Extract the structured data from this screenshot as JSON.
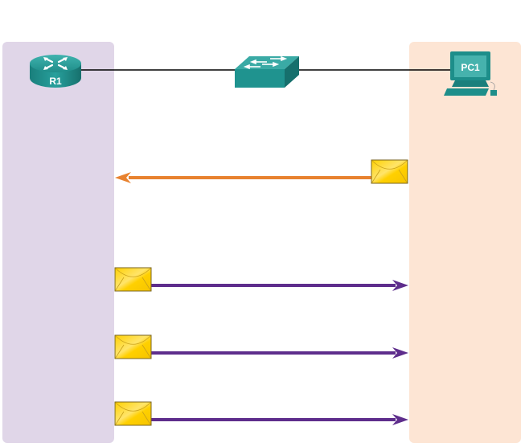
{
  "devices": {
    "router": {
      "label": "R1"
    },
    "switch": {
      "label": ""
    },
    "pc": {
      "label": "PC1"
    }
  },
  "colors": {
    "left_panel": "#e0d6e8",
    "right_panel": "#fde5d4",
    "device_teal": "#1e8f8c",
    "reply_arrow": "#e8822f",
    "request_arrow": "#5e2d8c",
    "envelope": "#ffd21f"
  },
  "messages": [
    {
      "direction": "pc-to-router",
      "color": "reply_arrow"
    },
    {
      "direction": "router-to-pc",
      "color": "request_arrow"
    },
    {
      "direction": "router-to-pc",
      "color": "request_arrow"
    },
    {
      "direction": "router-to-pc",
      "color": "request_arrow"
    }
  ]
}
